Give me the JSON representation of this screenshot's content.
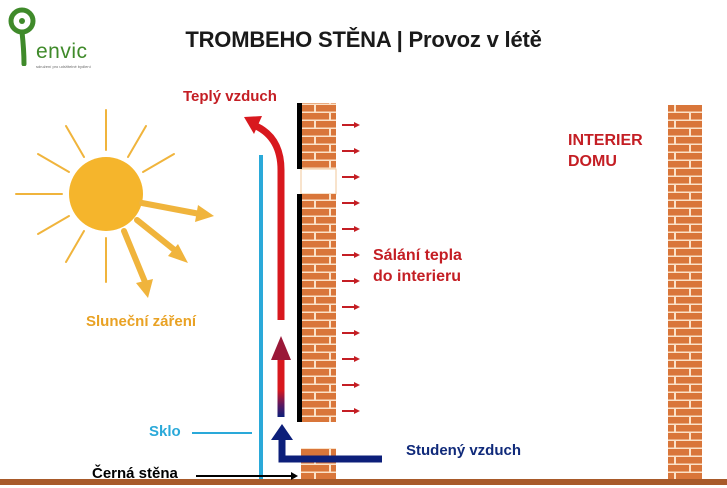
{
  "logo": {
    "name": "envic",
    "tagline": "sdružení pro udržitelné bydlení"
  },
  "title": "TROMBEHO STĚNA | Provoz v létě",
  "labels": {
    "warm_air": "Teplý vzduch",
    "interior_line1": "INTERIER",
    "interior_line2": "DOMU",
    "radiation_line1": "Sálání tepla",
    "radiation_line2": "do interieru",
    "solar": "Sluneční záření",
    "glass": "Sklo",
    "black_wall": "Černá stěna",
    "cold_air": "Studený vzduch"
  },
  "colors": {
    "sun": "#f5b52c",
    "sun_rays": "#f0b43c",
    "brick": "#d9763a",
    "mortar": "#fbe2c8",
    "glass": "#2aa9d9",
    "warm_air": "#d8181e",
    "cold_air": "#0c1f7a",
    "black_wall": "#000000",
    "ground": "#a85a2a"
  }
}
